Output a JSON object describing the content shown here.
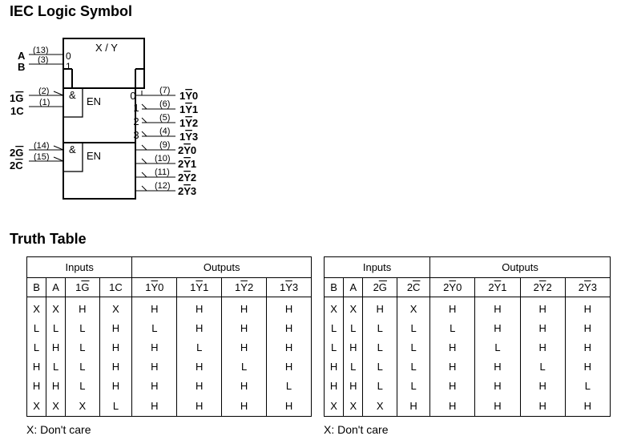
{
  "iec_title": "IEC Logic Symbol",
  "truth_title": "Truth Table",
  "symbol": {
    "decoder_label": "X / Y",
    "inputs_ab": [
      {
        "name": "A",
        "pin": "(13)",
        "weight": "0"
      },
      {
        "name": "B",
        "pin": "(3)",
        "weight": "1"
      }
    ],
    "sections": [
      {
        "and_label": "&",
        "en_label": "EN",
        "enable": {
          "name": "1G",
          "pin": "(2)"
        },
        "data": {
          "name": "1C",
          "pin": "(1)"
        },
        "outputs": [
          {
            "index": "0",
            "pin": "(7)",
            "name": "1Y0"
          },
          {
            "index": "1",
            "pin": "(6)",
            "name": "1Y1"
          },
          {
            "index": "2",
            "pin": "(5)",
            "name": "1Y2"
          },
          {
            "index": "3",
            "pin": "(4)",
            "name": "1Y3"
          }
        ]
      },
      {
        "and_label": "&",
        "en_label": "EN",
        "enable": {
          "name": "2G",
          "pin": "(14)"
        },
        "data": {
          "name": "2C",
          "pin": "(15)"
        },
        "outputs": [
          {
            "index": "",
            "pin": "(9)",
            "name": "2Y0"
          },
          {
            "index": "",
            "pin": "(10)",
            "name": "2Y1"
          },
          {
            "index": "",
            "pin": "(11)",
            "name": "2Y2"
          },
          {
            "index": "",
            "pin": "(12)",
            "name": "2Y3"
          }
        ]
      }
    ]
  },
  "tables": [
    {
      "inputs_label": "Inputs",
      "outputs_label": "Outputs",
      "input_columns": [
        {
          "text": "B",
          "bar": false
        },
        {
          "text": "A",
          "bar": false
        },
        {
          "text": "1G",
          "bar": true
        },
        {
          "text": "1C",
          "bar": false
        }
      ],
      "output_columns": [
        {
          "text": "1Y0",
          "bar": true
        },
        {
          "text": "1Y1",
          "bar": true
        },
        {
          "text": "1Y2",
          "bar": true
        },
        {
          "text": "1Y3",
          "bar": true
        }
      ],
      "rows": [
        [
          "X",
          "X",
          "H",
          "X",
          "H",
          "H",
          "H",
          "H"
        ],
        [
          "L",
          "L",
          "L",
          "H",
          "L",
          "H",
          "H",
          "H"
        ],
        [
          "L",
          "H",
          "L",
          "H",
          "H",
          "L",
          "H",
          "H"
        ],
        [
          "H",
          "L",
          "L",
          "H",
          "H",
          "H",
          "L",
          "H"
        ],
        [
          "H",
          "H",
          "L",
          "H",
          "H",
          "H",
          "H",
          "L"
        ],
        [
          "X",
          "X",
          "X",
          "L",
          "H",
          "H",
          "H",
          "H"
        ]
      ],
      "note": "X: Don't care"
    },
    {
      "inputs_label": "Inputs",
      "outputs_label": "Outputs",
      "input_columns": [
        {
          "text": "B",
          "bar": false
        },
        {
          "text": "A",
          "bar": false
        },
        {
          "text": "2G",
          "bar": true
        },
        {
          "text": "2C",
          "bar": true
        }
      ],
      "output_columns": [
        {
          "text": "2Y0",
          "bar": true
        },
        {
          "text": "2Y1",
          "bar": true
        },
        {
          "text": "2Y2",
          "bar": true
        },
        {
          "text": "2Y3",
          "bar": true
        }
      ],
      "rows": [
        [
          "X",
          "X",
          "H",
          "X",
          "H",
          "H",
          "H",
          "H"
        ],
        [
          "L",
          "L",
          "L",
          "L",
          "L",
          "H",
          "H",
          "H"
        ],
        [
          "L",
          "H",
          "L",
          "L",
          "H",
          "L",
          "H",
          "H"
        ],
        [
          "H",
          "L",
          "L",
          "L",
          "H",
          "H",
          "L",
          "H"
        ],
        [
          "H",
          "H",
          "L",
          "L",
          "H",
          "H",
          "H",
          "L"
        ],
        [
          "X",
          "X",
          "X",
          "H",
          "H",
          "H",
          "H",
          "H"
        ]
      ],
      "note": "X: Don't care"
    }
  ]
}
